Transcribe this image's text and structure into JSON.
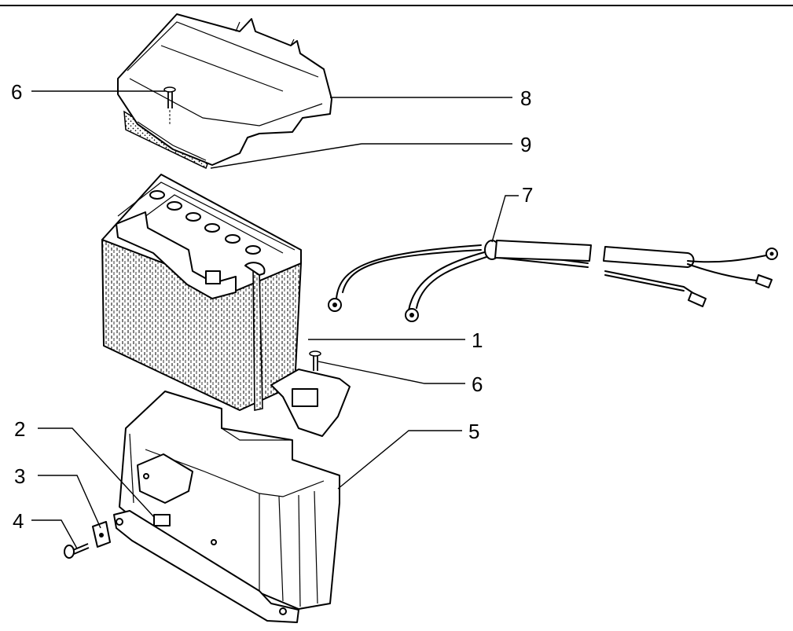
{
  "callouts": {
    "c1": "1",
    "c2": "2",
    "c3": "3",
    "c4": "4",
    "c5": "5",
    "c6_top": "6",
    "c6_right": "6",
    "c7": "7",
    "c8": "8",
    "c9": "9"
  }
}
